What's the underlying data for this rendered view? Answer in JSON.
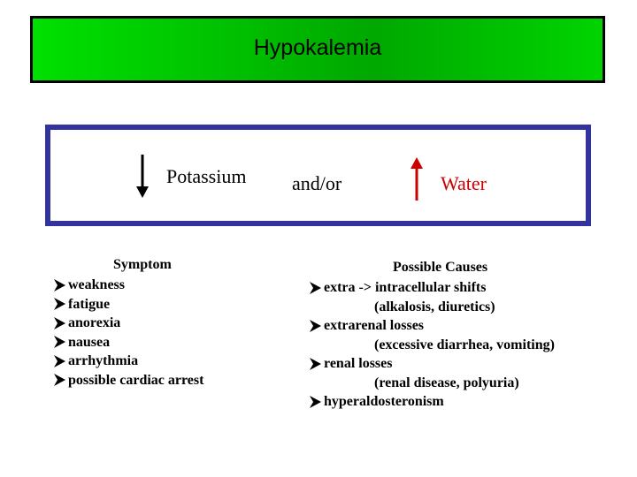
{
  "title": "Hypokalemia",
  "formula": {
    "potassium": "Potassium",
    "andor": "and/or",
    "water": "Water",
    "potassium_arrow_icon": "down-arrow-icon",
    "water_arrow_icon": "up-arrow-icon",
    "potassium_arrow_color": "#000000",
    "water_arrow_color": "#cc0000",
    "water_text_color": "#cc0000",
    "box_border_color": "#3333a0"
  },
  "colors": {
    "banner_green": "#00c000"
  },
  "symptoms": {
    "header": "Symptom",
    "items": [
      "weakness",
      "fatigue",
      "anorexia",
      "nausea",
      "arrhythmia",
      "possible cardiac arrest"
    ]
  },
  "causes": {
    "header": "Possible Causes",
    "lines": [
      {
        "bullet": true,
        "text": "extra -> intracellular shifts"
      },
      {
        "bullet": false,
        "text": "(alkalosis, diuretics)"
      },
      {
        "bullet": true,
        "text": "extrarenal losses"
      },
      {
        "bullet": false,
        "text": "(excessive diarrhea, vomiting)"
      },
      {
        "bullet": true,
        "text": "renal losses"
      },
      {
        "bullet": false,
        "text": "(renal disease, polyuria)"
      },
      {
        "bullet": true,
        "text": "hyperaldosteronism"
      }
    ]
  },
  "bullet_icon": "arrowhead-bullet-icon"
}
